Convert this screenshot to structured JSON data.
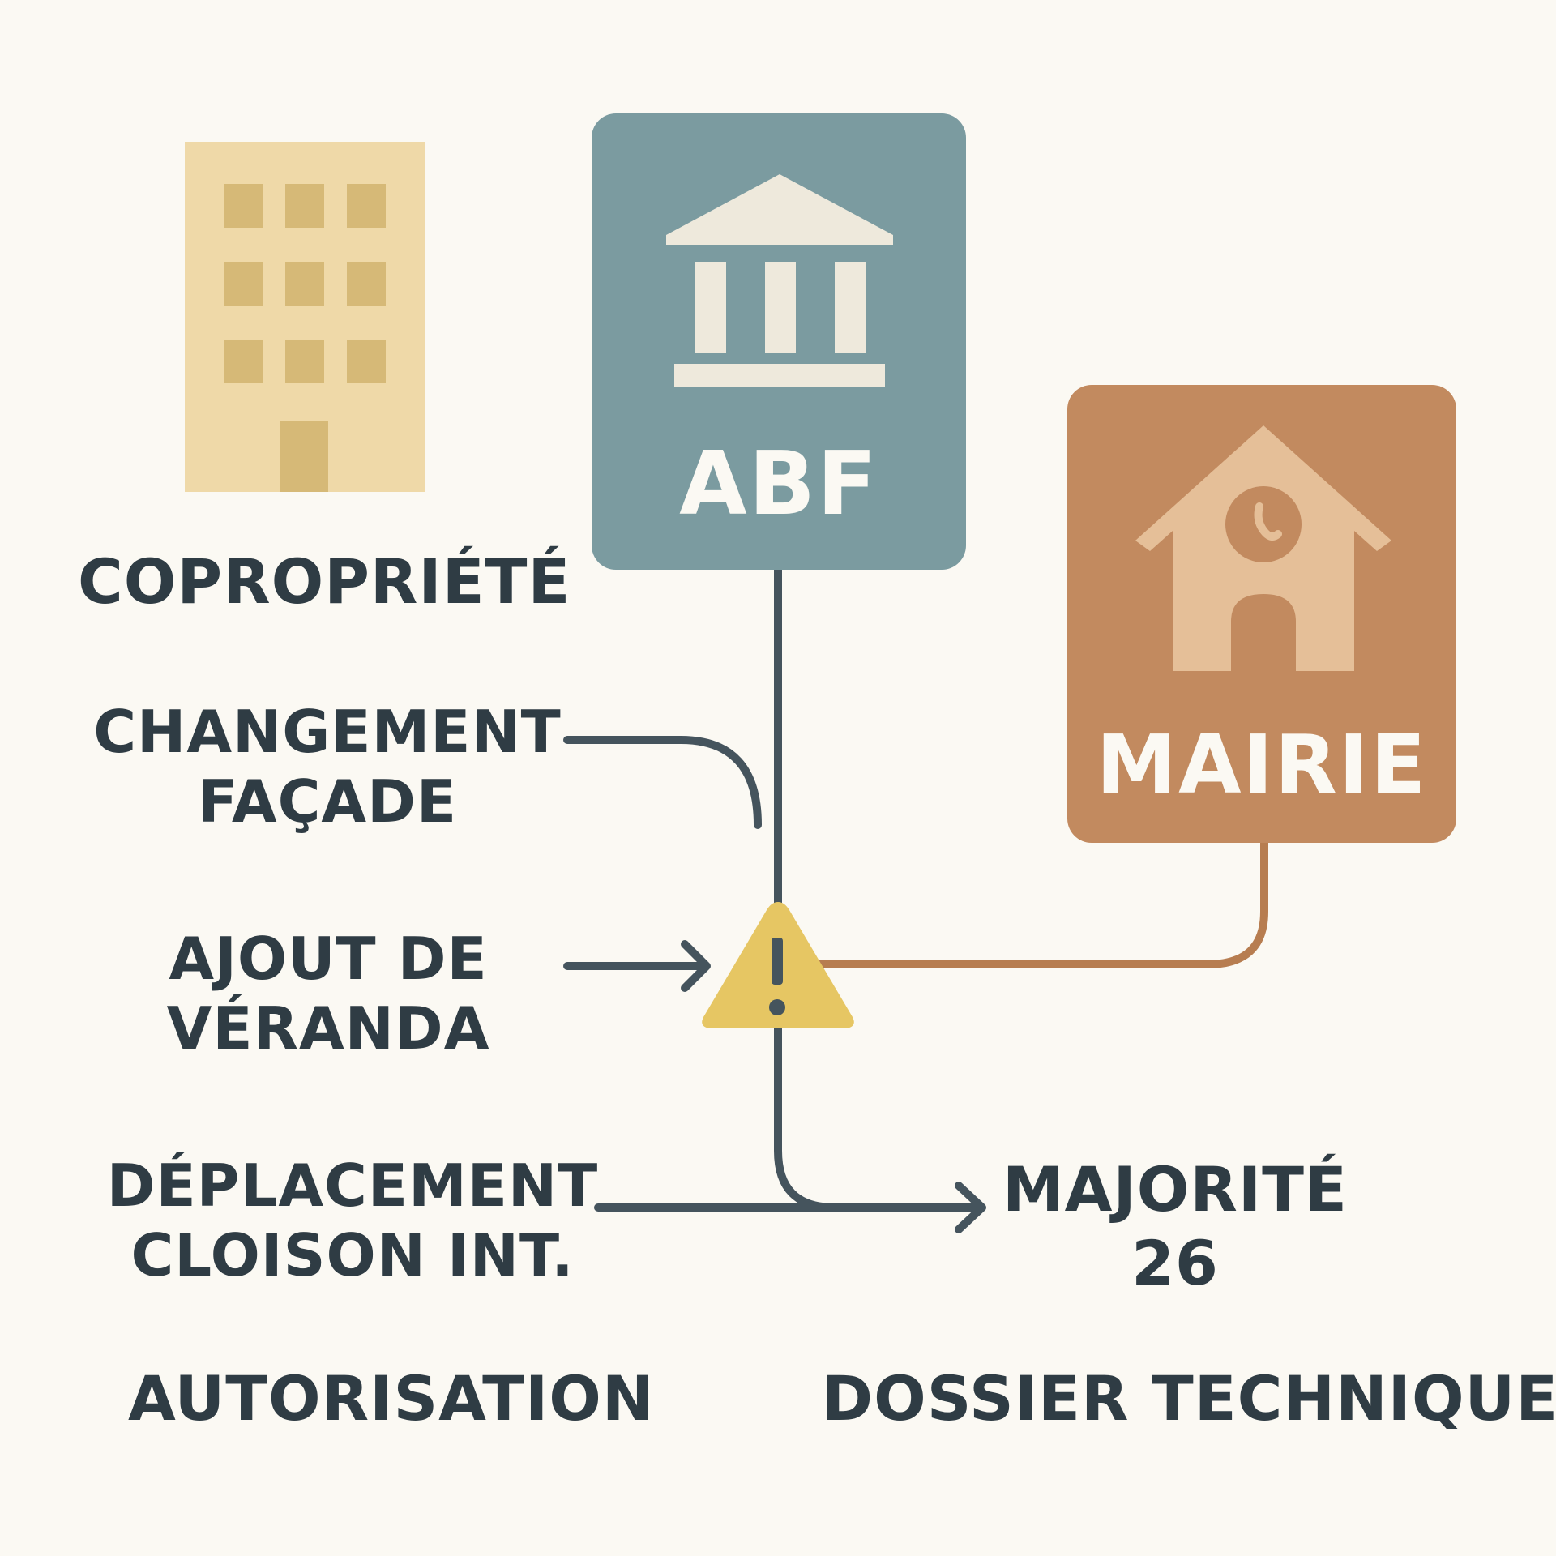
{
  "labels": {
    "copropriete": "COPROPRIÉTÉ",
    "changement": [
      "CHANGEMENT",
      "FAÇADE"
    ],
    "veranda": [
      "AJOUT DE",
      "VÉRANDA"
    ],
    "cloison": [
      "DÉPLACEMENT",
      "CLOISON INT."
    ],
    "majorite": [
      "MAJORITÉ",
      "26"
    ],
    "autorisation": "AUTORISATION",
    "dossier": "DOSSIER TECHNIQUE"
  },
  "boxes": {
    "abf": {
      "title": "ABF",
      "color": "#7b9ba0",
      "icon": "government-building-icon"
    },
    "mairie": {
      "title": "MAIRIE",
      "color": "#c28a5f",
      "icon": "town-hall-icon"
    }
  },
  "building": {
    "icon": "apartment-building-icon",
    "color": "#efd9a8",
    "window_color": "#d6b977"
  },
  "warning": {
    "icon": "warning-icon",
    "color": "#e6c663"
  },
  "colors": {
    "line": "#45545d",
    "mairie_line": "#b77d50",
    "background": "#fbf9f3",
    "text": "#2f3c44"
  }
}
